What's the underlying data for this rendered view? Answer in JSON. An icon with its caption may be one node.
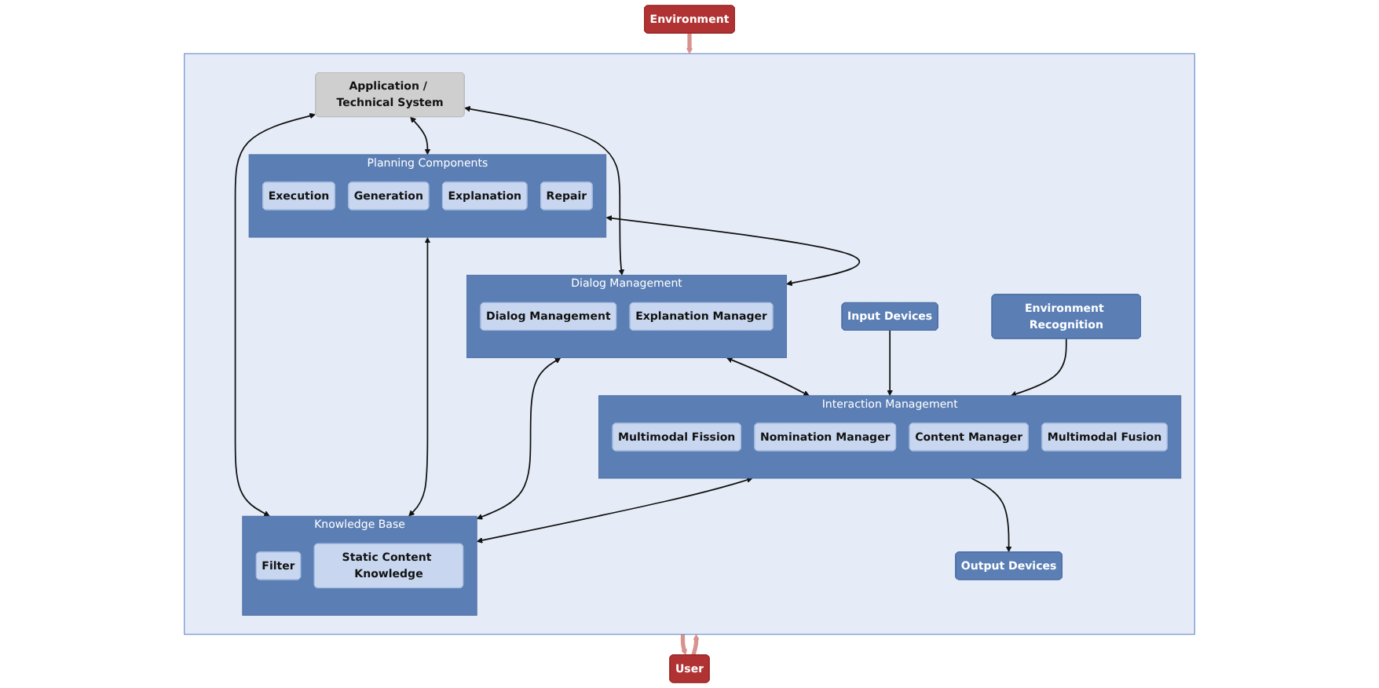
{
  "diagram": {
    "nodes": [
      {
        "text": [],
        "shape": "box"
      },
      {
        "text": [
          "Application / Technical System"
        ],
        "in": 0
      },
      {
        "text": [
          "Planning Components"
        ],
        "in": 0
      },
      {
        "text": [
          "Execution"
        ],
        "in": 2
      },
      {
        "text": [
          "Generation"
        ],
        "in": 2
      },
      {
        "text": [
          "Explanation"
        ],
        "in": 2
      },
      {
        "text": [
          "Repair"
        ],
        "in": 2
      },
      {
        "text": [
          "Dialog Management"
        ],
        "in": 0
      },
      {
        "text": [
          "Dialog Management"
        ],
        "in": 7
      },
      {
        "text": [
          "Explanation Manager"
        ],
        "in": 7
      },
      {
        "text": [
          "Interaction Management"
        ],
        "in": 0
      },
      {
        "text": [
          "Multimodal Fission"
        ],
        "in": 10
      },
      {
        "text": [
          "Nomination Manager"
        ],
        "in": 10
      },
      {
        "text": [
          "Content Manager"
        ],
        "in": 10
      },
      {
        "text": [
          "Multimodal Fusion"
        ],
        "in": 10
      },
      {
        "text": [
          "Output Devices"
        ],
        "in": 0
      },
      {
        "text": [
          "Input Devices"
        ],
        "in": 0
      },
      {
        "text": [
          "Environment Recognition"
        ],
        "in": 0
      },
      {
        "text": [
          "Knowledge Base"
        ],
        "in": 0
      },
      {
        "text": [
          "Filter"
        ],
        "in": 18
      },
      {
        "text": [
          "Static Content Knowledge"
        ],
        "in": 18
      },
      {
        "text": [
          "User"
        ]
      },
      {
        "text": [
          "Environment"
        ]
      }
    ],
    "edges": [
      {
        "from": 1,
        "to": 2,
        "arrow": "both"
      },
      {
        "from": 1,
        "to": 7,
        "arrow": "both"
      },
      {
        "from": 1,
        "to": 18,
        "arrow": "both"
      },
      {
        "from": 2,
        "to": 7,
        "arrow": "both"
      },
      {
        "from": 7,
        "to": 10,
        "arrow": "both"
      },
      {
        "from": 10,
        "to": 15,
        "arrow": "to"
      },
      {
        "from": 16,
        "to": 10,
        "arrow": "to"
      },
      {
        "from": 17,
        "to": 10,
        "arrow": "to"
      },
      {
        "from": 2,
        "to": 18,
        "arrow": "both"
      },
      {
        "from": 7,
        "to": 18,
        "arrow": "both"
      },
      {
        "from": 10,
        "to": 18,
        "arrow": "both"
      },
      {
        "from": 0,
        "to": 21,
        "arrow": "to",
        "style": "thick",
        "color": "#d9928e"
      },
      {
        "from": 21,
        "to": 0,
        "arrow": "to",
        "style": "thick",
        "color": "#d9928e"
      },
      {
        "from": 22,
        "to": 0,
        "arrow": "to",
        "style": "thick",
        "color": "#d9928e"
      }
    ]
  }
}
